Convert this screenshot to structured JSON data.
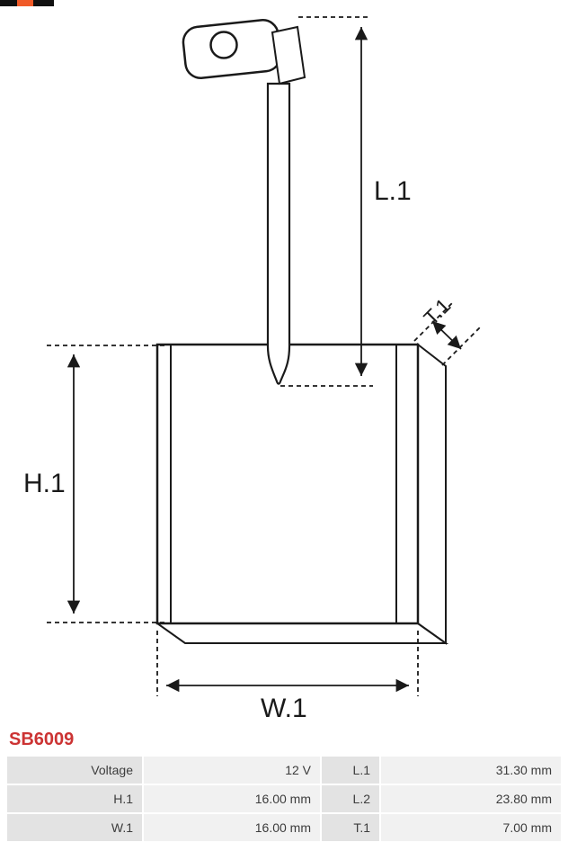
{
  "page": {
    "part_number": "SB6009"
  },
  "diagram": {
    "type": "technical-drawing-carbon-brush",
    "dim_l1": "L.1",
    "dim_h1": "H.1",
    "dim_w1": "W.1",
    "dim_t1": "T.1"
  },
  "colors": {
    "part_number_red": "#cc3333",
    "line_black": "#1a1a1a",
    "table_label_bg": "#e3e3e3",
    "table_value_bg": "#f1f1f1",
    "logo_orange": "#f05a28"
  },
  "table": {
    "rows": [
      [
        "Voltage",
        "12 V",
        "L.1",
        "31.30 mm"
      ],
      [
        "H.1",
        "16.00 mm",
        "L.2",
        "23.80 mm"
      ],
      [
        "W.1",
        "16.00 mm",
        "T.1",
        "7.00 mm"
      ]
    ]
  }
}
